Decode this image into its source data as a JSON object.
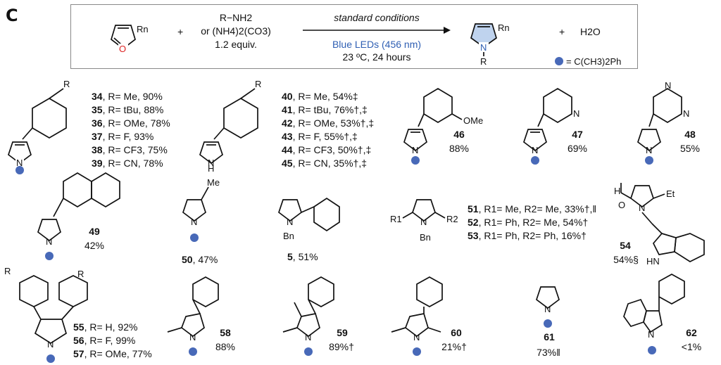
{
  "panel_label": "C",
  "scheme": {
    "amine_line1": "R−NH2",
    "amine_line2": "or (NH4)2(CO3)",
    "amine_equiv": "1.2 equiv.",
    "plus1": "+",
    "plus2": "+",
    "conditions_top": "standard conditions",
    "conditions_light": "Blue LEDs (456 nm)",
    "conditions_temp": "23 ºC, 24 hours",
    "byproduct": "H2O",
    "legend_text": "= C(CH3)2Ph",
    "furan_sub": "Rn",
    "pyrrole_sub": "Rn",
    "pyrrole_R": "R"
  },
  "entries": [
    {
      "num": "34",
      "text": ", R= Me, 90%"
    },
    {
      "num": "35",
      "text": ", R= tBu, 88%"
    },
    {
      "num": "36",
      "text": ", R= OMe, 78%"
    },
    {
      "num": "37",
      "text": ", R= F, 93%"
    },
    {
      "num": "38",
      "text": ", R= CF3, 75%"
    },
    {
      "num": "39",
      "text": ", R= CN, 78%"
    },
    {
      "num": "40",
      "text": ", R= Me, 54%‡"
    },
    {
      "num": "41",
      "text": ", R= tBu, 76%†,‡"
    },
    {
      "num": "42",
      "text": ", R= OMe, 53%†,‡"
    },
    {
      "num": "43",
      "text": ", R= F, 55%†,‡"
    },
    {
      "num": "44",
      "text": ", R= CF3, 50%†,‡"
    },
    {
      "num": "45",
      "text": ", R= CN, 35%†,‡"
    },
    {
      "num": "51",
      "text": ", R1= Me, R2= Me, 33%†,‖"
    },
    {
      "num": "52",
      "text": ", R1= Ph, R2= Me, 54%†"
    },
    {
      "num": "53",
      "text": ", R1= Ph, R2= Ph, 16%†"
    },
    {
      "num": "55",
      "text": ", R= H, 92%"
    },
    {
      "num": "56",
      "text": ", R= F, 99%"
    },
    {
      "num": "57",
      "text": ", R= OMe, 77%"
    }
  ],
  "compounds": [
    {
      "num": "46",
      "yield": "88%"
    },
    {
      "num": "47",
      "yield": "69%"
    },
    {
      "num": "48",
      "yield": "55%"
    },
    {
      "num": "49",
      "yield": "42%"
    },
    {
      "num": "50",
      "yield": ", 47%"
    },
    {
      "num": "5",
      "yield": ", 51%"
    },
    {
      "num": "54",
      "yield": "54%§"
    },
    {
      "num": "58",
      "yield": "88%"
    },
    {
      "num": "59",
      "yield": "89%†"
    },
    {
      "num": "60",
      "yield": "21%†"
    },
    {
      "num": "61",
      "yield": "73%‖"
    },
    {
      "num": "62",
      "yield": "<1%"
    }
  ],
  "atoms": {
    "R": "R",
    "N": "N",
    "H": "H",
    "O": "O",
    "OMe": "OMe",
    "Me": "Me",
    "Et": "Et",
    "Bn": "Bn",
    "HN": "HN",
    "R1": "R1",
    "R2": "R2"
  },
  "colors": {
    "nitrogen_blue": "#2f5fb3",
    "oxygen_red": "#dd2222",
    "dot_blue": "#4869b8",
    "pyrrole_fill": "#bfd3ee"
  }
}
